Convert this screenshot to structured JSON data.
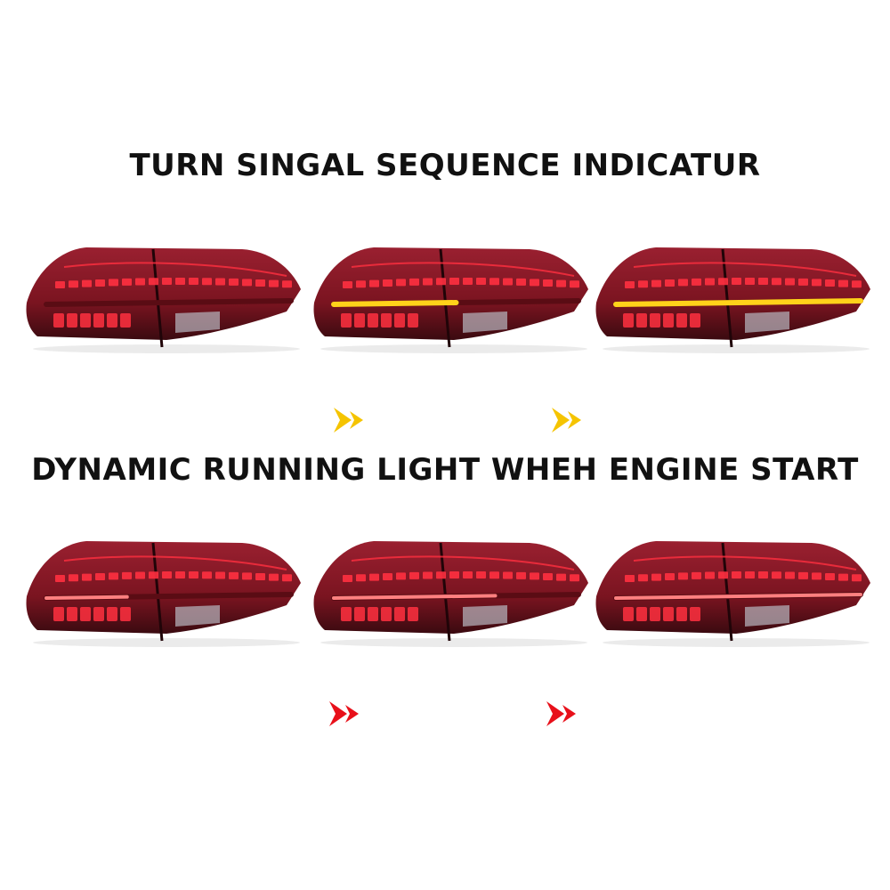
{
  "headings": {
    "turn_signal": "TURN SINGAL SEQUENCE INDICATUR",
    "running_light": "DYNAMIC RUNNING LIGHT WHEH ENGINE START"
  },
  "colors": {
    "housing": "#7a1420",
    "housing_dark": "#3a0a10",
    "led_red": "#ff3040",
    "led_glow": "#ff8080",
    "amber": "#ffd21a",
    "arrow_yellow": "#f5c400",
    "arrow_red": "#e8101a",
    "text": "#111111"
  },
  "rows": [
    {
      "name": "turn-signal-sequence",
      "frames": [
        {
          "amber_fill": 0.0
        },
        {
          "amber_fill": 0.5
        },
        {
          "amber_fill": 1.0
        }
      ]
    },
    {
      "name": "dynamic-running-light",
      "frames": [
        {
          "red_fill": 0.33
        },
        {
          "red_fill": 0.66
        },
        {
          "red_fill": 1.0
        }
      ]
    }
  ]
}
